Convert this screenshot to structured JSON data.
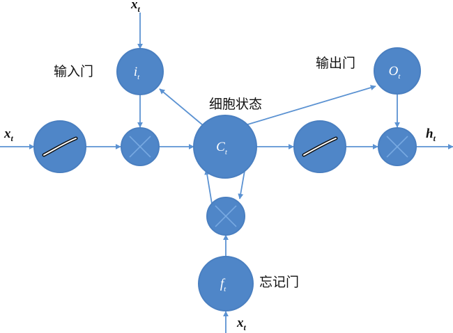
{
  "labels": {
    "input_gate": "输入门",
    "output_gate": "输出门",
    "cell_state": "细胞状态",
    "forget_gate": "忘记门"
  },
  "symbols": {
    "x_top": {
      "base": "x",
      "sub": "t"
    },
    "x_left": {
      "base": "x",
      "sub": "t"
    },
    "x_bottom": {
      "base": "x",
      "sub": "t"
    },
    "h_out": {
      "base": "h",
      "sub": "t"
    },
    "i_gate": {
      "base": "i",
      "sub": "t"
    },
    "o_gate": {
      "base": "O",
      "sub": "t"
    },
    "f_gate": {
      "base": "f",
      "sub": "t"
    },
    "c_state": {
      "base": "C",
      "sub": "t"
    }
  },
  "colors": {
    "node": "#4f86c8",
    "arrow": "#5b92d2",
    "text": "#111111"
  },
  "icons": {
    "activation": "tanh-curve-icon",
    "multiply": "multiply-cross-icon",
    "arrow": "arrowhead-icon"
  }
}
